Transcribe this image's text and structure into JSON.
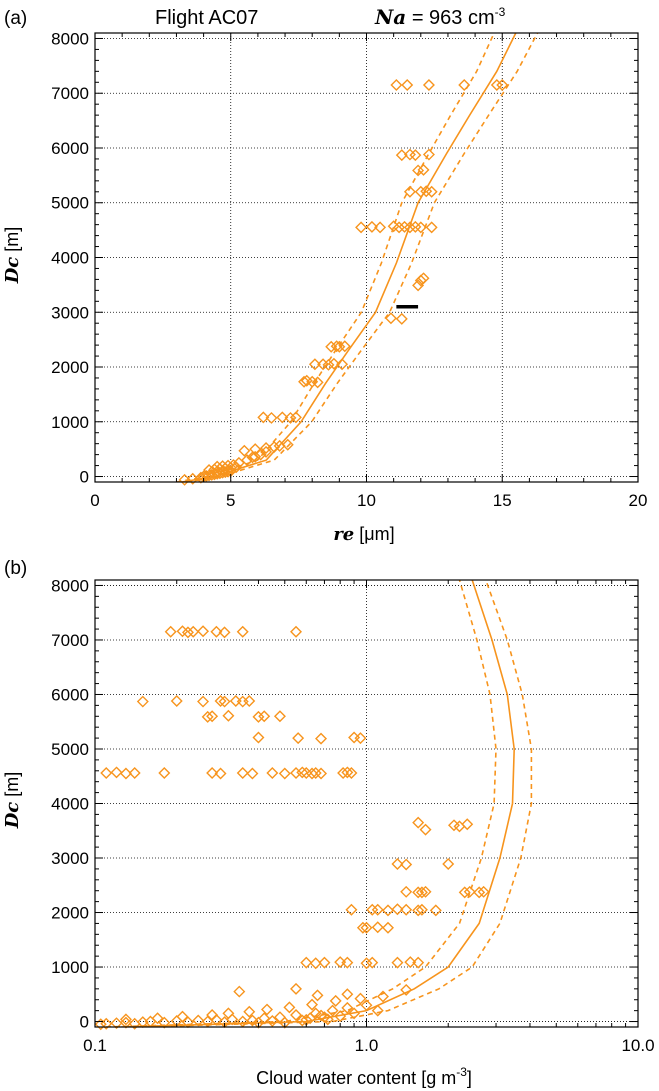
{
  "figure": {
    "title_flight": "Flight AC07",
    "title_na_symbol": "Na",
    "title_na_value": "= 963 cm",
    "title_na_exp": "-3",
    "colors": {
      "data": "#f7941d",
      "axis": "#000000",
      "grid": "#000000",
      "bar": "#000000"
    }
  },
  "chart_data": [
    {
      "type": "scatter",
      "panel_label": "(a)",
      "xlabel_symbol": "re",
      "xlabel_unit": "[μm]",
      "ylabel_symbol": "Dc",
      "ylabel_unit": "[m]",
      "xlim": [
        0,
        20
      ],
      "ylim": [
        -100,
        8100
      ],
      "xscale": "linear",
      "xticks": [
        0,
        5,
        10,
        15,
        20
      ],
      "xtick_labels": [
        "0",
        "5",
        "10",
        "15",
        "20"
      ],
      "yticks": [
        0,
        1000,
        2000,
        3000,
        4000,
        5000,
        6000,
        7000,
        8000
      ],
      "ytick_labels": [
        "0",
        "1000",
        "2000",
        "3000",
        "4000",
        "5000",
        "6000",
        "7000",
        "8000"
      ],
      "grid": true,
      "marker": "diamond-open",
      "points": [
        [
          3.3,
          -60
        ],
        [
          3.6,
          -40
        ],
        [
          3.9,
          -20
        ],
        [
          4.0,
          0
        ],
        [
          4.1,
          10
        ],
        [
          4.2,
          20
        ],
        [
          4.3,
          30
        ],
        [
          4.4,
          40
        ],
        [
          4.5,
          50
        ],
        [
          4.6,
          60
        ],
        [
          4.7,
          70
        ],
        [
          4.8,
          80
        ],
        [
          4.9,
          90
        ],
        [
          5.0,
          100
        ],
        [
          4.2,
          120
        ],
        [
          4.4,
          130
        ],
        [
          4.6,
          140
        ],
        [
          4.8,
          150
        ],
        [
          5.0,
          160
        ],
        [
          5.2,
          170
        ],
        [
          4.5,
          180
        ],
        [
          4.7,
          190
        ],
        [
          4.9,
          200
        ],
        [
          5.1,
          210
        ],
        [
          5.3,
          250
        ],
        [
          5.6,
          300
        ],
        [
          5.8,
          350
        ],
        [
          5.9,
          360
        ],
        [
          6.1,
          400
        ],
        [
          6.3,
          450
        ],
        [
          5.5,
          470
        ],
        [
          5.9,
          500
        ],
        [
          6.3,
          520
        ],
        [
          6.6,
          540
        ],
        [
          6.8,
          560
        ],
        [
          7.1,
          580
        ],
        [
          6.2,
          1080
        ],
        [
          6.5,
          1070
        ],
        [
          6.9,
          1080
        ],
        [
          7.2,
          1070
        ],
        [
          7.4,
          1080
        ],
        [
          7.7,
          1730
        ],
        [
          8.0,
          1730
        ],
        [
          8.2,
          1720
        ],
        [
          7.8,
          1750
        ],
        [
          8.1,
          2050
        ],
        [
          8.4,
          2050
        ],
        [
          8.6,
          2040
        ],
        [
          8.8,
          2060
        ],
        [
          9.1,
          2050
        ],
        [
          8.7,
          2370
        ],
        [
          8.9,
          2380
        ],
        [
          9.0,
          2370
        ],
        [
          9.2,
          2380
        ],
        [
          10.9,
          2890
        ],
        [
          11.3,
          2880
        ],
        [
          11.9,
          3490
        ],
        [
          12.0,
          3580
        ],
        [
          12.1,
          3620
        ],
        [
          9.8,
          4550
        ],
        [
          10.2,
          4560
        ],
        [
          10.5,
          4550
        ],
        [
          11.0,
          4570
        ],
        [
          11.2,
          4550
        ],
        [
          11.4,
          4560
        ],
        [
          11.6,
          4550
        ],
        [
          11.8,
          4560
        ],
        [
          12.0,
          4550
        ],
        [
          12.4,
          4550
        ],
        [
          11.6,
          5200
        ],
        [
          12.0,
          5200
        ],
        [
          12.2,
          5210
        ],
        [
          12.4,
          5200
        ],
        [
          11.9,
          5590
        ],
        [
          12.1,
          5600
        ],
        [
          11.3,
          5870
        ],
        [
          11.6,
          5880
        ],
        [
          11.8,
          5870
        ],
        [
          12.3,
          5880
        ],
        [
          11.1,
          7150
        ],
        [
          11.5,
          7150
        ],
        [
          12.3,
          7150
        ],
        [
          13.6,
          7150
        ],
        [
          14.8,
          7150
        ],
        [
          15.0,
          7150
        ]
      ],
      "adiabatic_curve": {
        "center": [
          [
            3.2,
            -100
          ],
          [
            4.38,
            0
          ],
          [
            6.31,
            300
          ],
          [
            7.59,
            1000
          ],
          [
            8.49,
            1700
          ],
          [
            9.33,
            2300
          ],
          [
            10.33,
            3000
          ],
          [
            11.1,
            3900
          ],
          [
            11.9,
            5000
          ],
          [
            12.95,
            5900
          ],
          [
            13.8,
            6600
          ],
          [
            14.8,
            7400
          ],
          [
            15.5,
            8100
          ]
        ],
        "upper": [
          [
            3.4,
            -100
          ],
          [
            4.6,
            0
          ],
          [
            6.6,
            300
          ],
          [
            7.98,
            1000
          ],
          [
            8.92,
            1700
          ],
          [
            9.8,
            2300
          ],
          [
            10.85,
            3000
          ],
          [
            11.66,
            3900
          ],
          [
            12.5,
            5000
          ],
          [
            13.6,
            5900
          ],
          [
            14.5,
            6600
          ],
          [
            15.55,
            7400
          ],
          [
            16.3,
            8100
          ]
        ],
        "lower": [
          [
            3.0,
            -100
          ],
          [
            4.16,
            0
          ],
          [
            5.99,
            300
          ],
          [
            7.21,
            1000
          ],
          [
            8.07,
            1700
          ],
          [
            8.86,
            2300
          ],
          [
            9.81,
            3000
          ],
          [
            10.55,
            3900
          ],
          [
            11.3,
            5000
          ],
          [
            12.3,
            5900
          ],
          [
            13.1,
            6600
          ],
          [
            14.06,
            7400
          ],
          [
            14.7,
            8100
          ]
        ]
      },
      "reference_bar": {
        "x": [
          11.1,
          11.9
        ],
        "y": 3100
      }
    },
    {
      "type": "scatter",
      "panel_label": "(b)",
      "xlabel": "Cloud water content [g m",
      "xlabel_exp": "-3",
      "xlabel_close": "]",
      "ylabel_symbol": "Dc",
      "ylabel_unit": "[m]",
      "xlim": [
        0.1,
        10.0
      ],
      "ylim": [
        -100,
        8100
      ],
      "xscale": "log",
      "xticks": [
        0.1,
        1.0,
        10.0
      ],
      "xtick_labels": [
        "0.1",
        "1.0",
        "10.0"
      ],
      "yticks": [
        0,
        1000,
        2000,
        3000,
        4000,
        5000,
        6000,
        7000,
        8000
      ],
      "ytick_labels": [
        "0",
        "1000",
        "2000",
        "3000",
        "4000",
        "5000",
        "6000",
        "7000",
        "8000"
      ],
      "grid": true,
      "marker": "diamond-open",
      "points": [
        [
          0.105,
          -50
        ],
        [
          0.11,
          -40
        ],
        [
          0.12,
          -30
        ],
        [
          0.13,
          -20
        ],
        [
          0.14,
          -40
        ],
        [
          0.15,
          -10
        ],
        [
          0.16,
          0
        ],
        [
          0.18,
          -20
        ],
        [
          0.2,
          10
        ],
        [
          0.22,
          -10
        ],
        [
          0.24,
          20
        ],
        [
          0.26,
          0
        ],
        [
          0.28,
          30
        ],
        [
          0.3,
          -10
        ],
        [
          0.32,
          40
        ],
        [
          0.35,
          0
        ],
        [
          0.38,
          20
        ],
        [
          0.4,
          -20
        ],
        [
          0.42,
          60
        ],
        [
          0.45,
          10
        ],
        [
          0.48,
          80
        ],
        [
          0.5,
          -20
        ],
        [
          0.55,
          120
        ],
        [
          0.6,
          30
        ],
        [
          0.65,
          150
        ],
        [
          0.7,
          80
        ],
        [
          0.75,
          200
        ],
        [
          0.8,
          100
        ],
        [
          0.85,
          250
        ],
        [
          0.9,
          150
        ],
        [
          1.0,
          300
        ],
        [
          1.1,
          200
        ],
        [
          0.58,
          20
        ],
        [
          0.62,
          60
        ],
        [
          0.68,
          110
        ],
        [
          0.72,
          40
        ],
        [
          0.13,
          40
        ],
        [
          0.17,
          60
        ],
        [
          0.21,
          90
        ],
        [
          0.27,
          120
        ],
        [
          0.31,
          150
        ],
        [
          0.37,
          180
        ],
        [
          0.43,
          220
        ],
        [
          0.52,
          260
        ],
        [
          0.63,
          310
        ],
        [
          0.77,
          380
        ],
        [
          0.95,
          420
        ],
        [
          1.15,
          460
        ],
        [
          1.4,
          580
        ],
        [
          0.34,
          550
        ],
        [
          0.55,
          600
        ],
        [
          0.66,
          480
        ],
        [
          0.85,
          500
        ],
        [
          0.6,
          1080
        ],
        [
          0.65,
          1070
        ],
        [
          0.7,
          1080
        ],
        [
          0.8,
          1090
        ],
        [
          0.85,
          1080
        ],
        [
          1.0,
          1070
        ],
        [
          1.05,
          1080
        ],
        [
          1.3,
          1080
        ],
        [
          1.45,
          1090
        ],
        [
          1.55,
          1080
        ],
        [
          0.88,
          2050
        ],
        [
          1.0,
          1720
        ],
        [
          1.1,
          1730
        ],
        [
          1.2,
          1720
        ],
        [
          0.97,
          1720
        ],
        [
          1.05,
          2050
        ],
        [
          1.1,
          2050
        ],
        [
          1.2,
          2040
        ],
        [
          1.3,
          2060
        ],
        [
          1.4,
          2050
        ],
        [
          1.55,
          2040
        ],
        [
          1.6,
          2050
        ],
        [
          1.8,
          2040
        ],
        [
          1.6,
          2370
        ],
        [
          1.65,
          2380
        ],
        [
          1.55,
          2370
        ],
        [
          2.3,
          2370
        ],
        [
          2.4,
          2380
        ],
        [
          2.6,
          2370
        ],
        [
          2.7,
          2380
        ],
        [
          1.4,
          2380
        ],
        [
          1.3,
          2890
        ],
        [
          1.4,
          2880
        ],
        [
          2.0,
          2890
        ],
        [
          1.55,
          3650
        ],
        [
          1.65,
          3520
        ],
        [
          2.1,
          3600
        ],
        [
          2.2,
          3580
        ],
        [
          2.35,
          3620
        ],
        [
          0.11,
          4560
        ],
        [
          0.12,
          4570
        ],
        [
          0.13,
          4550
        ],
        [
          0.14,
          4560
        ],
        [
          0.18,
          4560
        ],
        [
          0.27,
          4560
        ],
        [
          0.29,
          4550
        ],
        [
          0.35,
          4560
        ],
        [
          0.38,
          4550
        ],
        [
          0.45,
          4560
        ],
        [
          0.5,
          4550
        ],
        [
          0.55,
          4560
        ],
        [
          0.58,
          4570
        ],
        [
          0.6,
          4560
        ],
        [
          0.63,
          4550
        ],
        [
          0.65,
          4560
        ],
        [
          0.68,
          4550
        ],
        [
          0.82,
          4560
        ],
        [
          0.85,
          4570
        ],
        [
          0.88,
          4560
        ],
        [
          0.4,
          5210
        ],
        [
          0.56,
          5200
        ],
        [
          0.68,
          5190
        ],
        [
          0.9,
          5210
        ],
        [
          0.95,
          5200
        ],
        [
          0.26,
          5590
        ],
        [
          0.27,
          5600
        ],
        [
          0.31,
          5610
        ],
        [
          0.4,
          5590
        ],
        [
          0.42,
          5600
        ],
        [
          0.48,
          5600
        ],
        [
          0.15,
          5870
        ],
        [
          0.2,
          5880
        ],
        [
          0.25,
          5870
        ],
        [
          0.29,
          5880
        ],
        [
          0.3,
          5870
        ],
        [
          0.33,
          5880
        ],
        [
          0.35,
          5870
        ],
        [
          0.37,
          5880
        ],
        [
          0.19,
          7150
        ],
        [
          0.21,
          7160
        ],
        [
          0.22,
          7140
        ],
        [
          0.23,
          7150
        ],
        [
          0.25,
          7160
        ],
        [
          0.28,
          7150
        ],
        [
          0.3,
          7140
        ],
        [
          0.35,
          7150
        ],
        [
          0.55,
          7150
        ]
      ],
      "adiabatic_curve": {
        "center": [
          [
            0.125,
            -100
          ],
          [
            0.6,
            0
          ],
          [
            1.0,
            200
          ],
          [
            1.5,
            600
          ],
          [
            2.0,
            1000
          ],
          [
            2.6,
            1800
          ],
          [
            3.1,
            3000
          ],
          [
            3.45,
            4000
          ],
          [
            3.5,
            5000
          ],
          [
            3.3,
            6000
          ],
          [
            2.9,
            7000
          ],
          [
            2.45,
            8100
          ]
        ],
        "upper": [
          [
            0.14,
            -100
          ],
          [
            0.75,
            0
          ],
          [
            1.2,
            200
          ],
          [
            1.85,
            600
          ],
          [
            2.45,
            1000
          ],
          [
            3.1,
            1800
          ],
          [
            3.7,
            3000
          ],
          [
            4.05,
            4000
          ],
          [
            4.05,
            5000
          ],
          [
            3.75,
            6000
          ],
          [
            3.3,
            7000
          ],
          [
            2.75,
            8100
          ]
        ],
        "lower": [
          [
            0.11,
            -100
          ],
          [
            0.5,
            0
          ],
          [
            0.85,
            200
          ],
          [
            1.25,
            600
          ],
          [
            1.65,
            1000
          ],
          [
            2.2,
            1800
          ],
          [
            2.65,
            3000
          ],
          [
            2.95,
            4000
          ],
          [
            3.0,
            5000
          ],
          [
            2.85,
            6000
          ],
          [
            2.55,
            7000
          ],
          [
            2.2,
            8100
          ]
        ]
      }
    }
  ]
}
